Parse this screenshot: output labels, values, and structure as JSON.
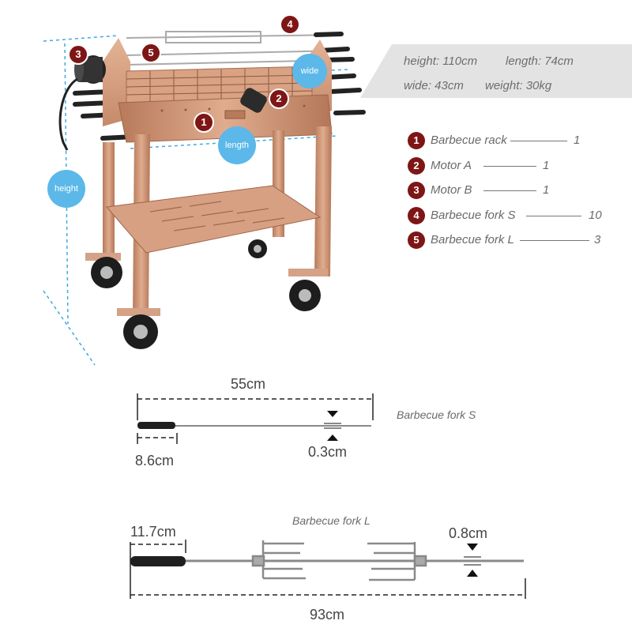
{
  "specs": {
    "height": "height: 110cm",
    "length": "length: 74cm",
    "wide": "wide: 43cm",
    "weight": "weight: 30kg"
  },
  "bubbles": {
    "height": "height",
    "length": "length",
    "wide": "wide"
  },
  "parts": [
    {
      "num": "1",
      "name": "Barbecue rack",
      "qty": "1"
    },
    {
      "num": "2",
      "name": "Motor A",
      "qty": "1"
    },
    {
      "num": "3",
      "name": "Motor B",
      "qty": "1"
    },
    {
      "num": "4",
      "name": "Barbecue fork S",
      "qty": "10"
    },
    {
      "num": "5",
      "name": "Barbecue fork L",
      "qty": "3"
    }
  ],
  "fork_s": {
    "caption": "Barbecue fork S",
    "length": "55cm",
    "handle": "8.6cm",
    "diameter": "0.3cm"
  },
  "fork_l": {
    "caption": "Barbecue fork L",
    "length": "93cm",
    "handle": "11.7cm",
    "diameter": "0.8cm"
  },
  "colors": {
    "marker": "#7e1616",
    "bubble": "#5bb8e9",
    "copper": "#c98f6f",
    "banner": "#e3e3e3"
  }
}
